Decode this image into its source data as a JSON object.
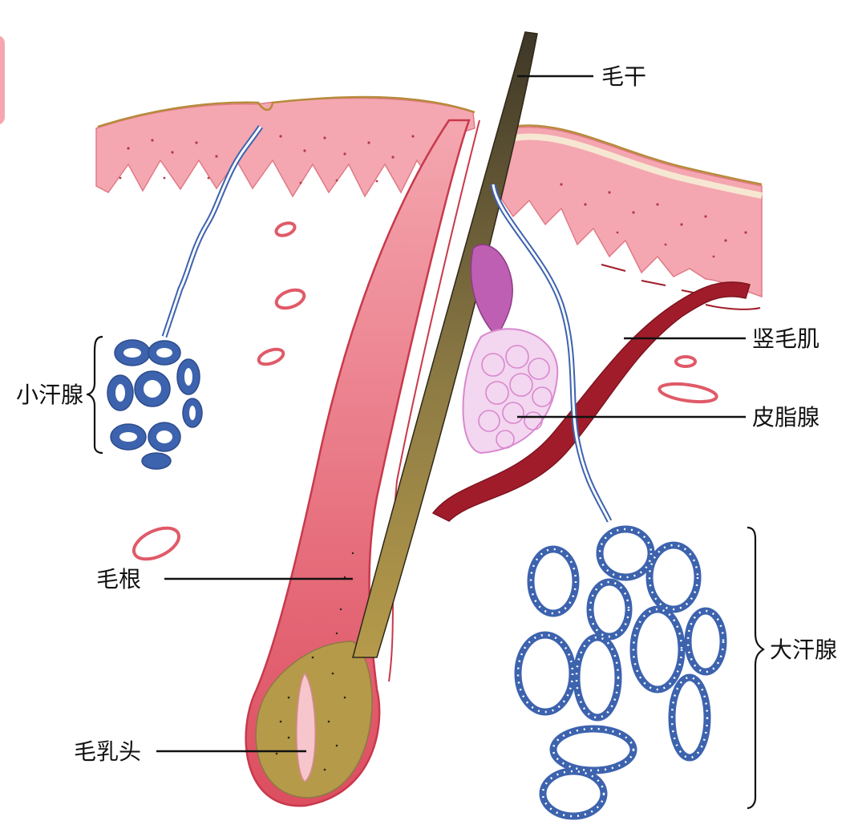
{
  "labels": {
    "hair_shaft": "毛干",
    "arrector_pili": "竖毛肌",
    "sebaceous_gland": "皮脂腺",
    "eccrine_gland": "小汗腺",
    "hair_root": "毛根",
    "apocrine_gland": "大汗腺",
    "hair_papilla": "毛乳头"
  },
  "colors": {
    "epidermis": "#F4A7B0",
    "epidermis_dark": "#E9707C",
    "stratum_corneum": "#F6E7D2",
    "corneum_edge": "#B78A3A",
    "follicle": "#E25C6C",
    "follicle_edge": "#C8394C",
    "hair_shaft": "#4A4131",
    "hair_root": "#B59A4A",
    "papilla": "#F6C6CC",
    "muscle": "#A11C2A",
    "sebaceous": "#D988CF",
    "sebaceous_duct": "#BE5FB4",
    "gland_blue": "#3D63AE",
    "vessel": "#E05A68",
    "corner_tab": "#F4A7B0"
  }
}
